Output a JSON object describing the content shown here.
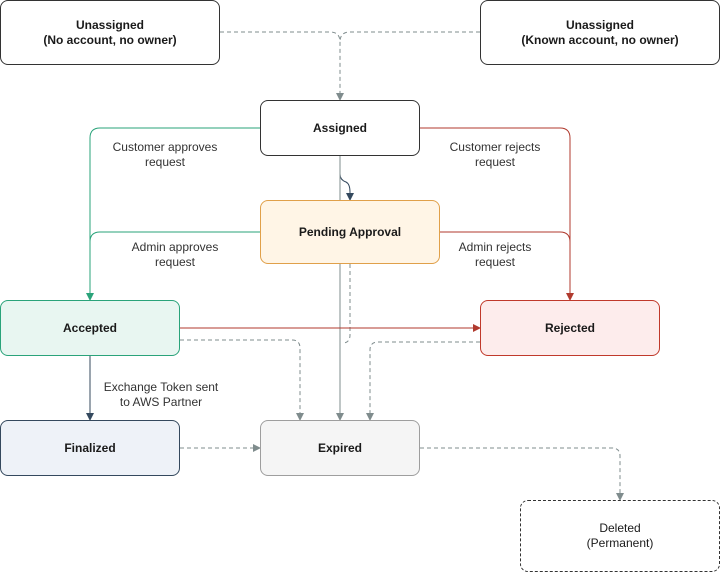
{
  "nodes": {
    "unassigned_no_account": {
      "line1": "Unassigned",
      "line2": "(No account, no owner)",
      "fill": "#ffffff",
      "border": "#333333"
    },
    "unassigned_known_account": {
      "line1": "Unassigned",
      "line2": "(Known account, no owner)",
      "fill": "#ffffff",
      "border": "#333333"
    },
    "assigned": {
      "line1": "Assigned",
      "fill": "#ffffff",
      "border": "#333333"
    },
    "pending_approval": {
      "line1": "Pending Approval",
      "fill": "#fff5e6",
      "border": "#e0a04a"
    },
    "accepted": {
      "line1": "Accepted",
      "fill": "#e8f6f1",
      "border": "#2aa37a"
    },
    "rejected": {
      "line1": "Rejected",
      "fill": "#fdecec",
      "border": "#c0392b"
    },
    "finalized": {
      "line1": "Finalized",
      "fill": "#eef2f8",
      "border": "#34495e"
    },
    "expired": {
      "line1": "Expired",
      "fill": "#f5f5f5",
      "border": "#9e9e9e"
    },
    "deleted": {
      "line1": "Deleted",
      "line2": "(Permanent)",
      "fill": "#ffffff",
      "border": "#333333"
    }
  },
  "edge_labels": {
    "customer_approves": {
      "line1": "Customer approves",
      "line2": "request"
    },
    "customer_rejects": {
      "line1": "Customer rejects",
      "line2": "request"
    },
    "admin_approves": {
      "line1": "Admin approves",
      "line2": "request"
    },
    "admin_rejects": {
      "line1": "Admin rejects",
      "line2": "request"
    },
    "exchange_token": {
      "line1": "Exchange Token sent",
      "line2": "to AWS Partner"
    }
  },
  "colors": {
    "approve": "#2aa37a",
    "reject": "#b03a2e",
    "neutral": "#34495e",
    "expire": "#7f8c8d"
  }
}
